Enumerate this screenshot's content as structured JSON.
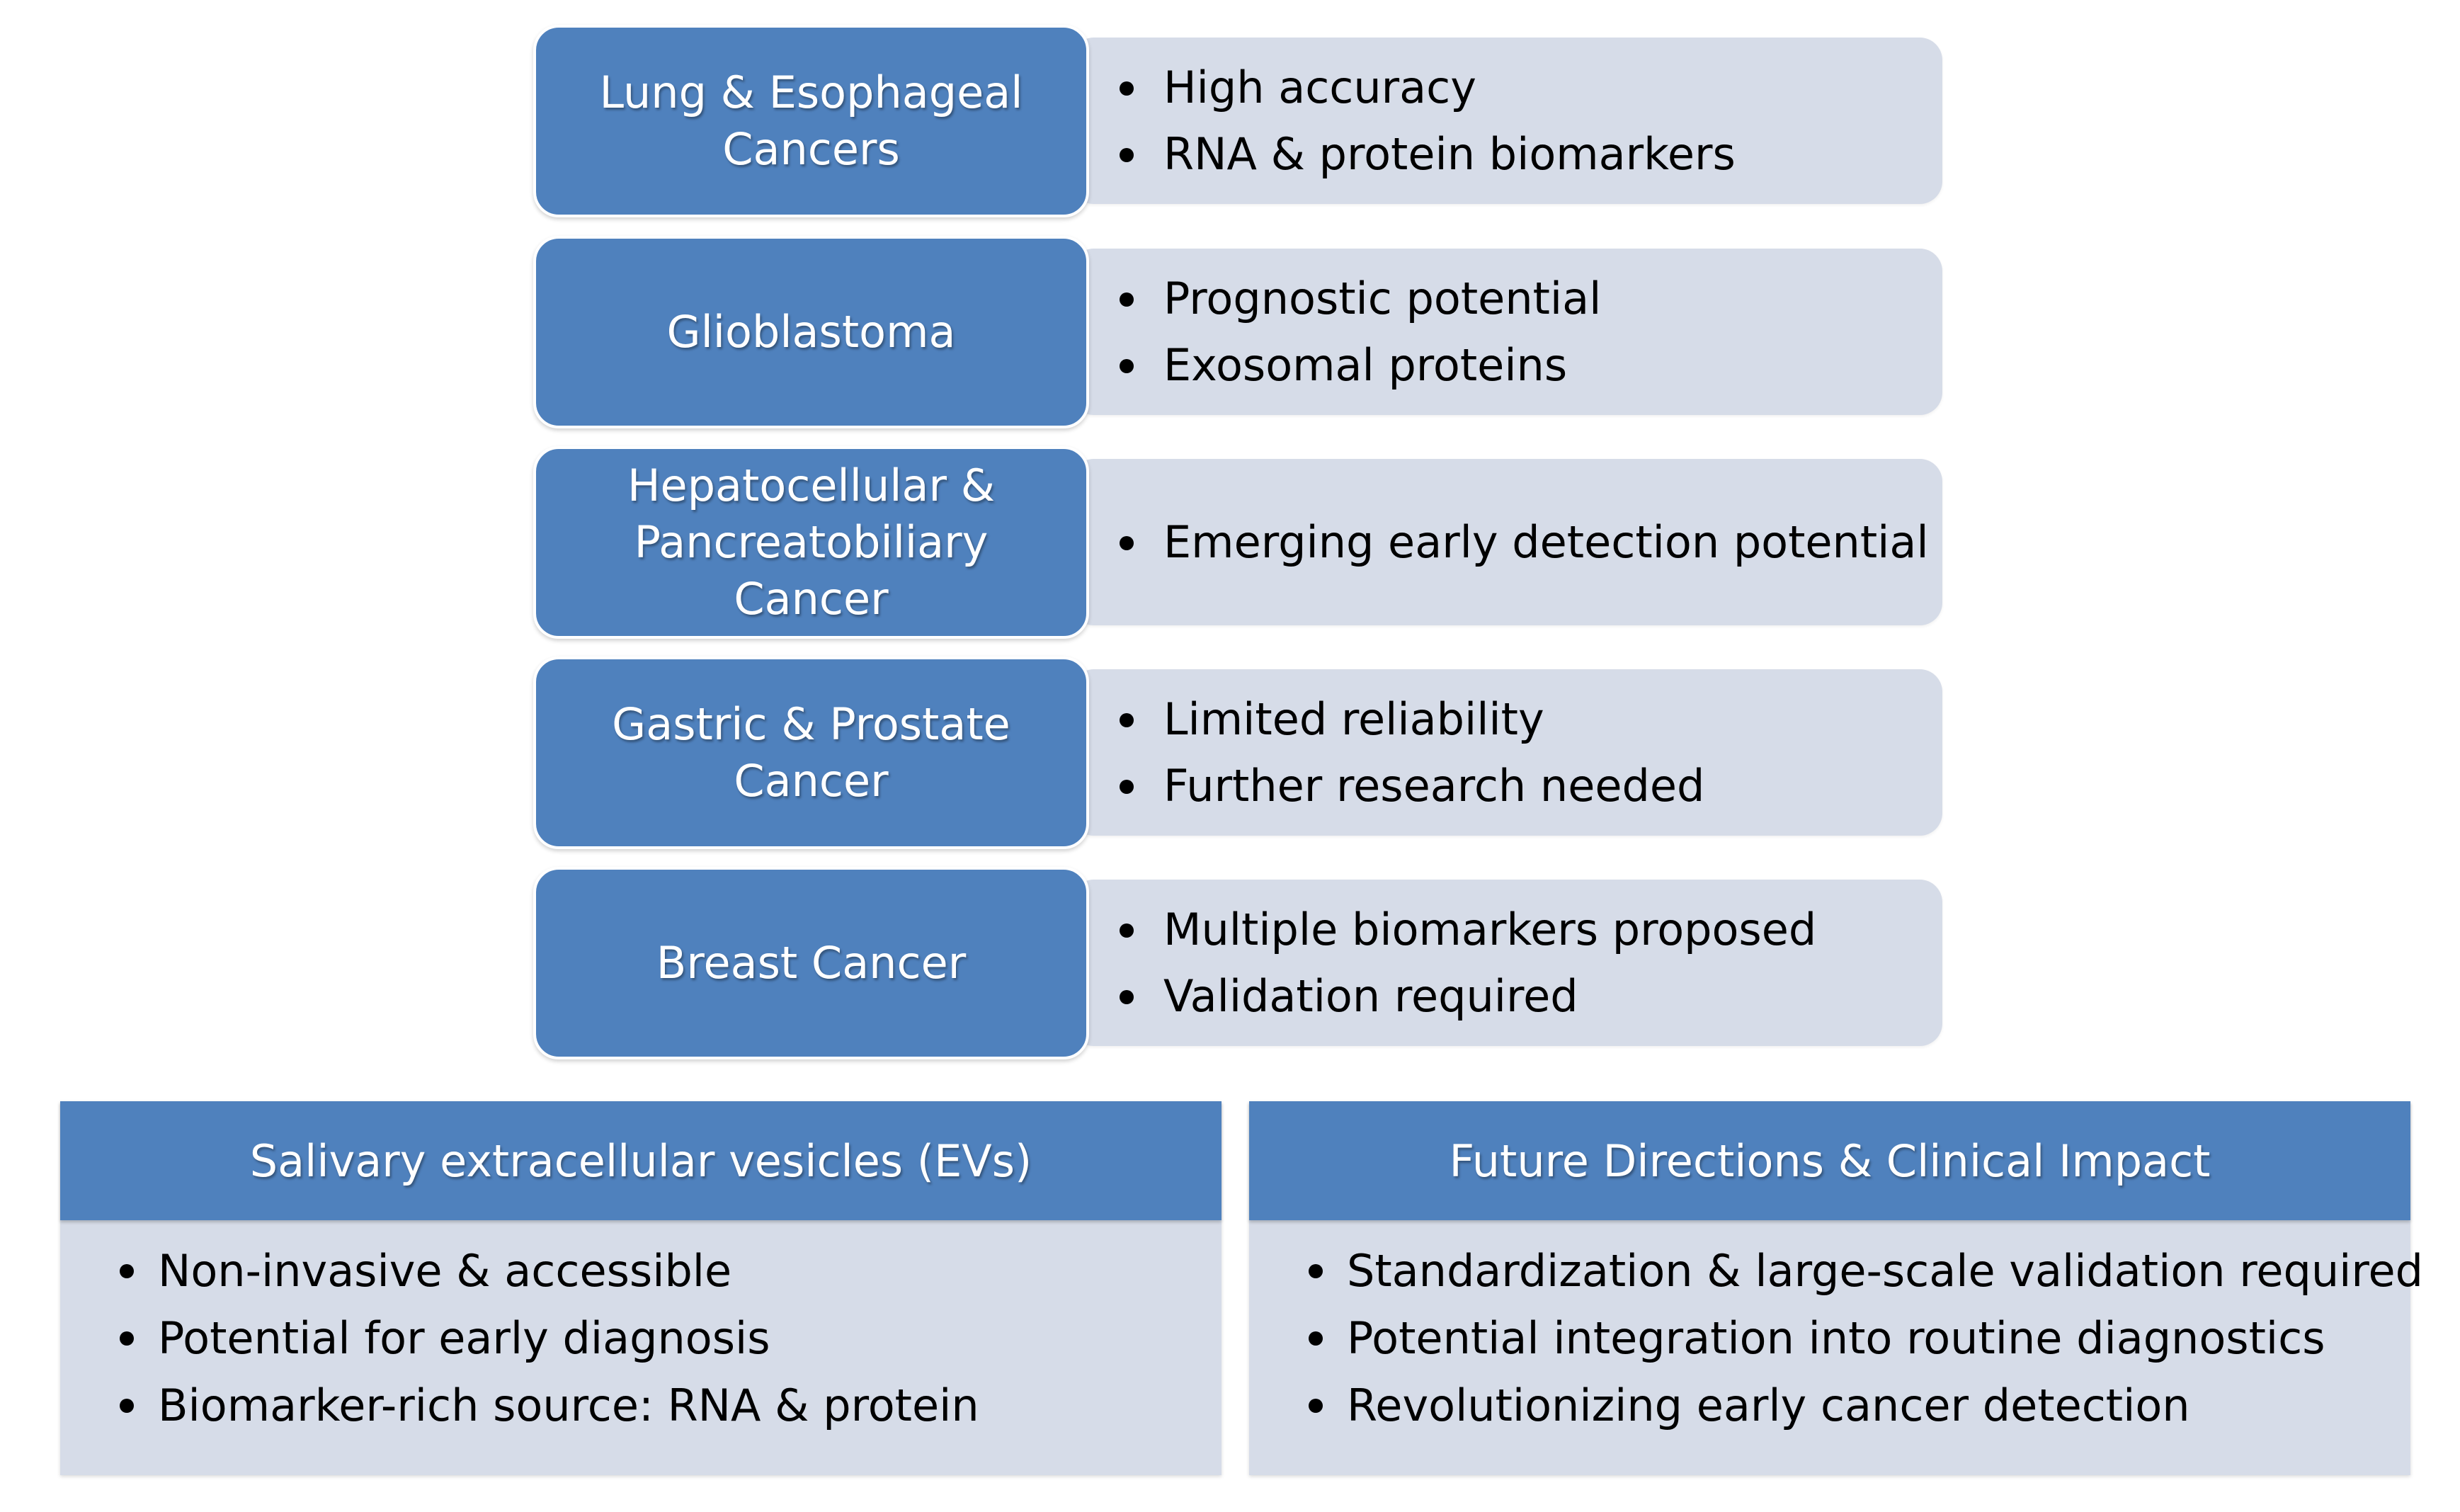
{
  "cancer_rows": [
    {
      "label": "Lung & Esophageal Cancers",
      "points": [
        "High accuracy",
        "RNA & protein biomarkers"
      ]
    },
    {
      "label": "Glioblastoma",
      "points": [
        "Prognostic potential",
        "Exosomal proteins"
      ]
    },
    {
      "label": "Hepatocellular & Pancreatobiliary Cancer",
      "points": [
        "Emerging early detection potential"
      ]
    },
    {
      "label": "Gastric & Prostate Cancer",
      "points": [
        "Limited reliability",
        "Further research needed"
      ]
    },
    {
      "label": "Breast Cancer",
      "points": [
        "Multiple biomarkers proposed",
        "Validation required"
      ]
    }
  ],
  "panels": [
    {
      "title": "Salivary extracellular vesicles (EVs)",
      "points": [
        "Non-invasive & accessible",
        "Potential for early diagnosis",
        "Biomarker-rich source: RNA & protein"
      ]
    },
    {
      "title": "Future Directions & Clinical Impact",
      "points": [
        "Standardization & large-scale validation required",
        "Potential integration into routine diagnostics",
        "Revolutionizing early cancer detection"
      ]
    }
  ],
  "colors": {
    "header_blue": "#4f81bd",
    "panel_gray": "#d6dce8",
    "text_white": "#ffffff",
    "text_black": "#000000"
  }
}
